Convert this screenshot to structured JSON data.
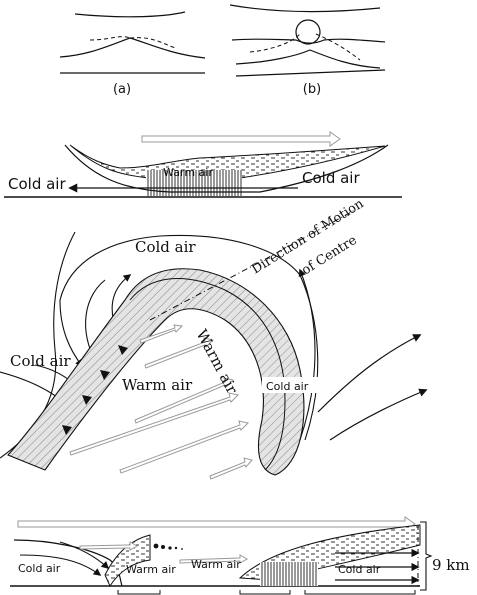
{
  "panels": {
    "a": {
      "caption": "(a)"
    },
    "b": {
      "caption": "(b)"
    }
  },
  "cross_section_top": {
    "cold_air_left": "Cold air",
    "cold_air_right": "Cold air",
    "warm_air": "Warm air"
  },
  "plan_view": {
    "cold_air_top": "Cold air",
    "cold_air_left": "Cold air",
    "warm_air_center": "Warm air",
    "warm_air_rotated": "Warm air",
    "cold_air_inner": "Cold air",
    "direction_line1": "Direction of Motion",
    "direction_line2": "of Centre"
  },
  "cross_section_bottom": {
    "cold_air_left": "Cold air",
    "warm_air_1": "Warm air",
    "warm_air_2": "Warm air",
    "cold_air_right": "Cold air",
    "height_label": "9 km"
  },
  "colors": {
    "line": "#111111",
    "shade": "#e2e2e2",
    "hatch": "#777777",
    "hollow_arrow": "#9a9a9a"
  }
}
